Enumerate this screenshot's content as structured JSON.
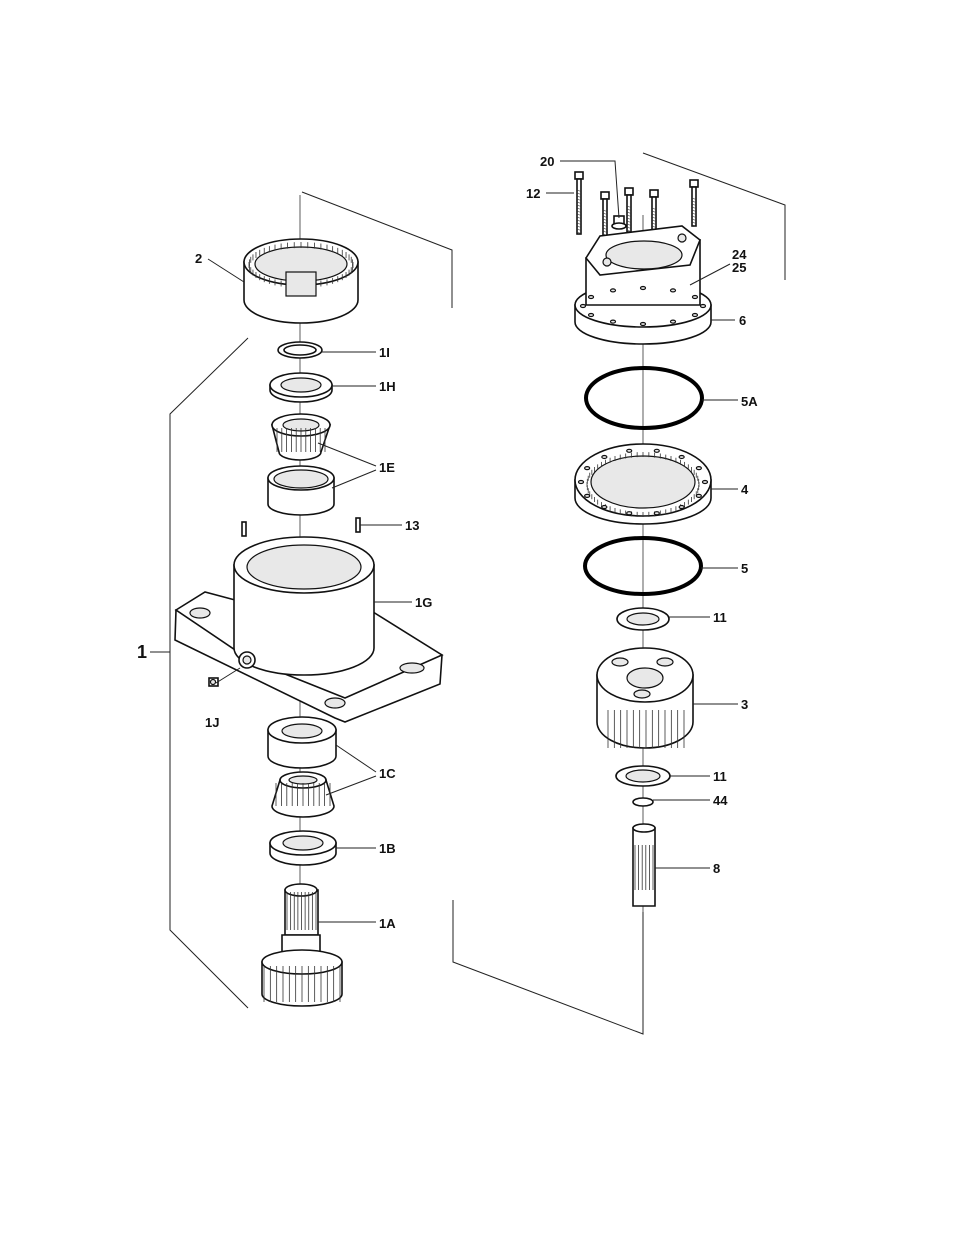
{
  "diagram": {
    "labels": {
      "l1": "1",
      "l1A": "1A",
      "l1B": "1B",
      "l1C": "1C",
      "l1E": "1E",
      "l1G": "1G",
      "l1H": "1H",
      "l1I": "1I",
      "l1J": "1J",
      "l2": "2",
      "l3": "3",
      "l4": "4",
      "l5": "5",
      "l5A": "5A",
      "l6": "6",
      "l8": "8",
      "l11a": "11",
      "l11b": "11",
      "l12": "12",
      "l13": "13",
      "l20": "20",
      "l24": "24",
      "l25": "25",
      "l44": "44"
    }
  }
}
